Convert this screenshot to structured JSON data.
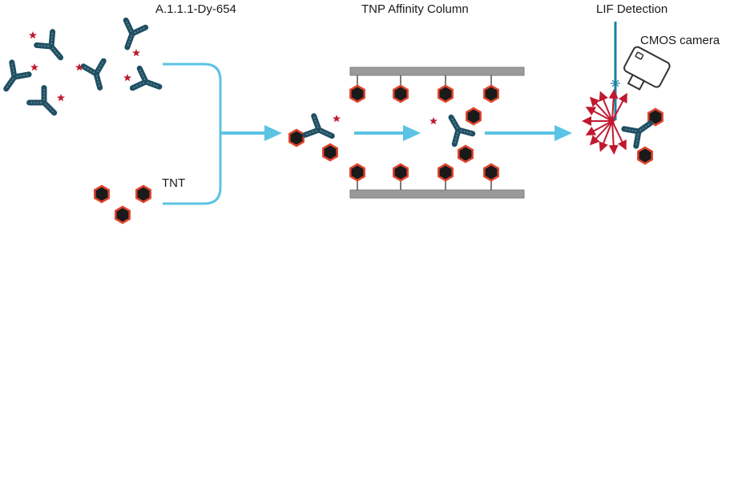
{
  "labels": {
    "antibody": "A.1.1.1-Dy-654",
    "column": "TNP Affinity Column",
    "lif": "LIF Detection",
    "camera": "CMOS camera",
    "tnt": "TNT"
  },
  "colors": {
    "background": "#ffffff",
    "flow_arrow": "#5bc3e3",
    "antibody": "#1f4f63",
    "antibody_light": "#6a8f9e",
    "dye_star": "#c0182f",
    "tnt_fill": "#1a1a1a",
    "tnt_stroke": "#e0442e",
    "column_wall": "#9a9a9a",
    "linker": "#5a4a45",
    "laser_beam": "#1b7fa3",
    "emission": "#c0182f"
  },
  "icons": [
    "antibody-icon",
    "dye-star-icon",
    "tnt-hexagon-icon",
    "camera-icon",
    "laser-spot-icon"
  ]
}
